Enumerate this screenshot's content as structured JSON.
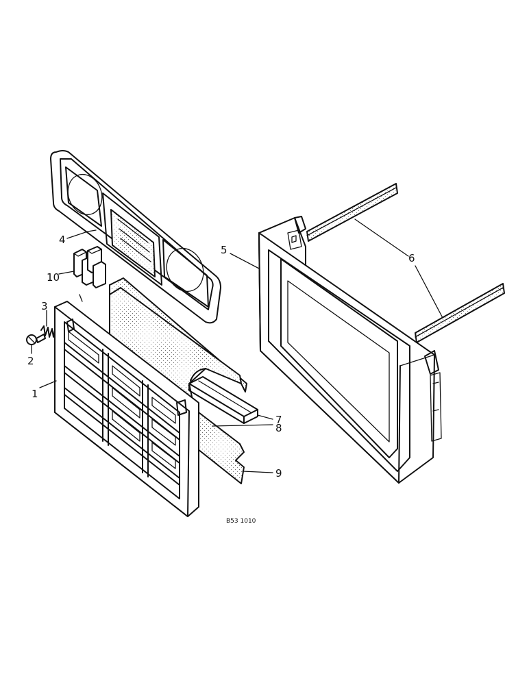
{
  "callouts": {
    "c1": "1",
    "c2": "2",
    "c3": "3",
    "c4": "4",
    "c5": "5",
    "c6": "6",
    "c7": "7",
    "c8": "8",
    "c9": "9",
    "c10": "10"
  },
  "figure_ref": "B53 1010"
}
